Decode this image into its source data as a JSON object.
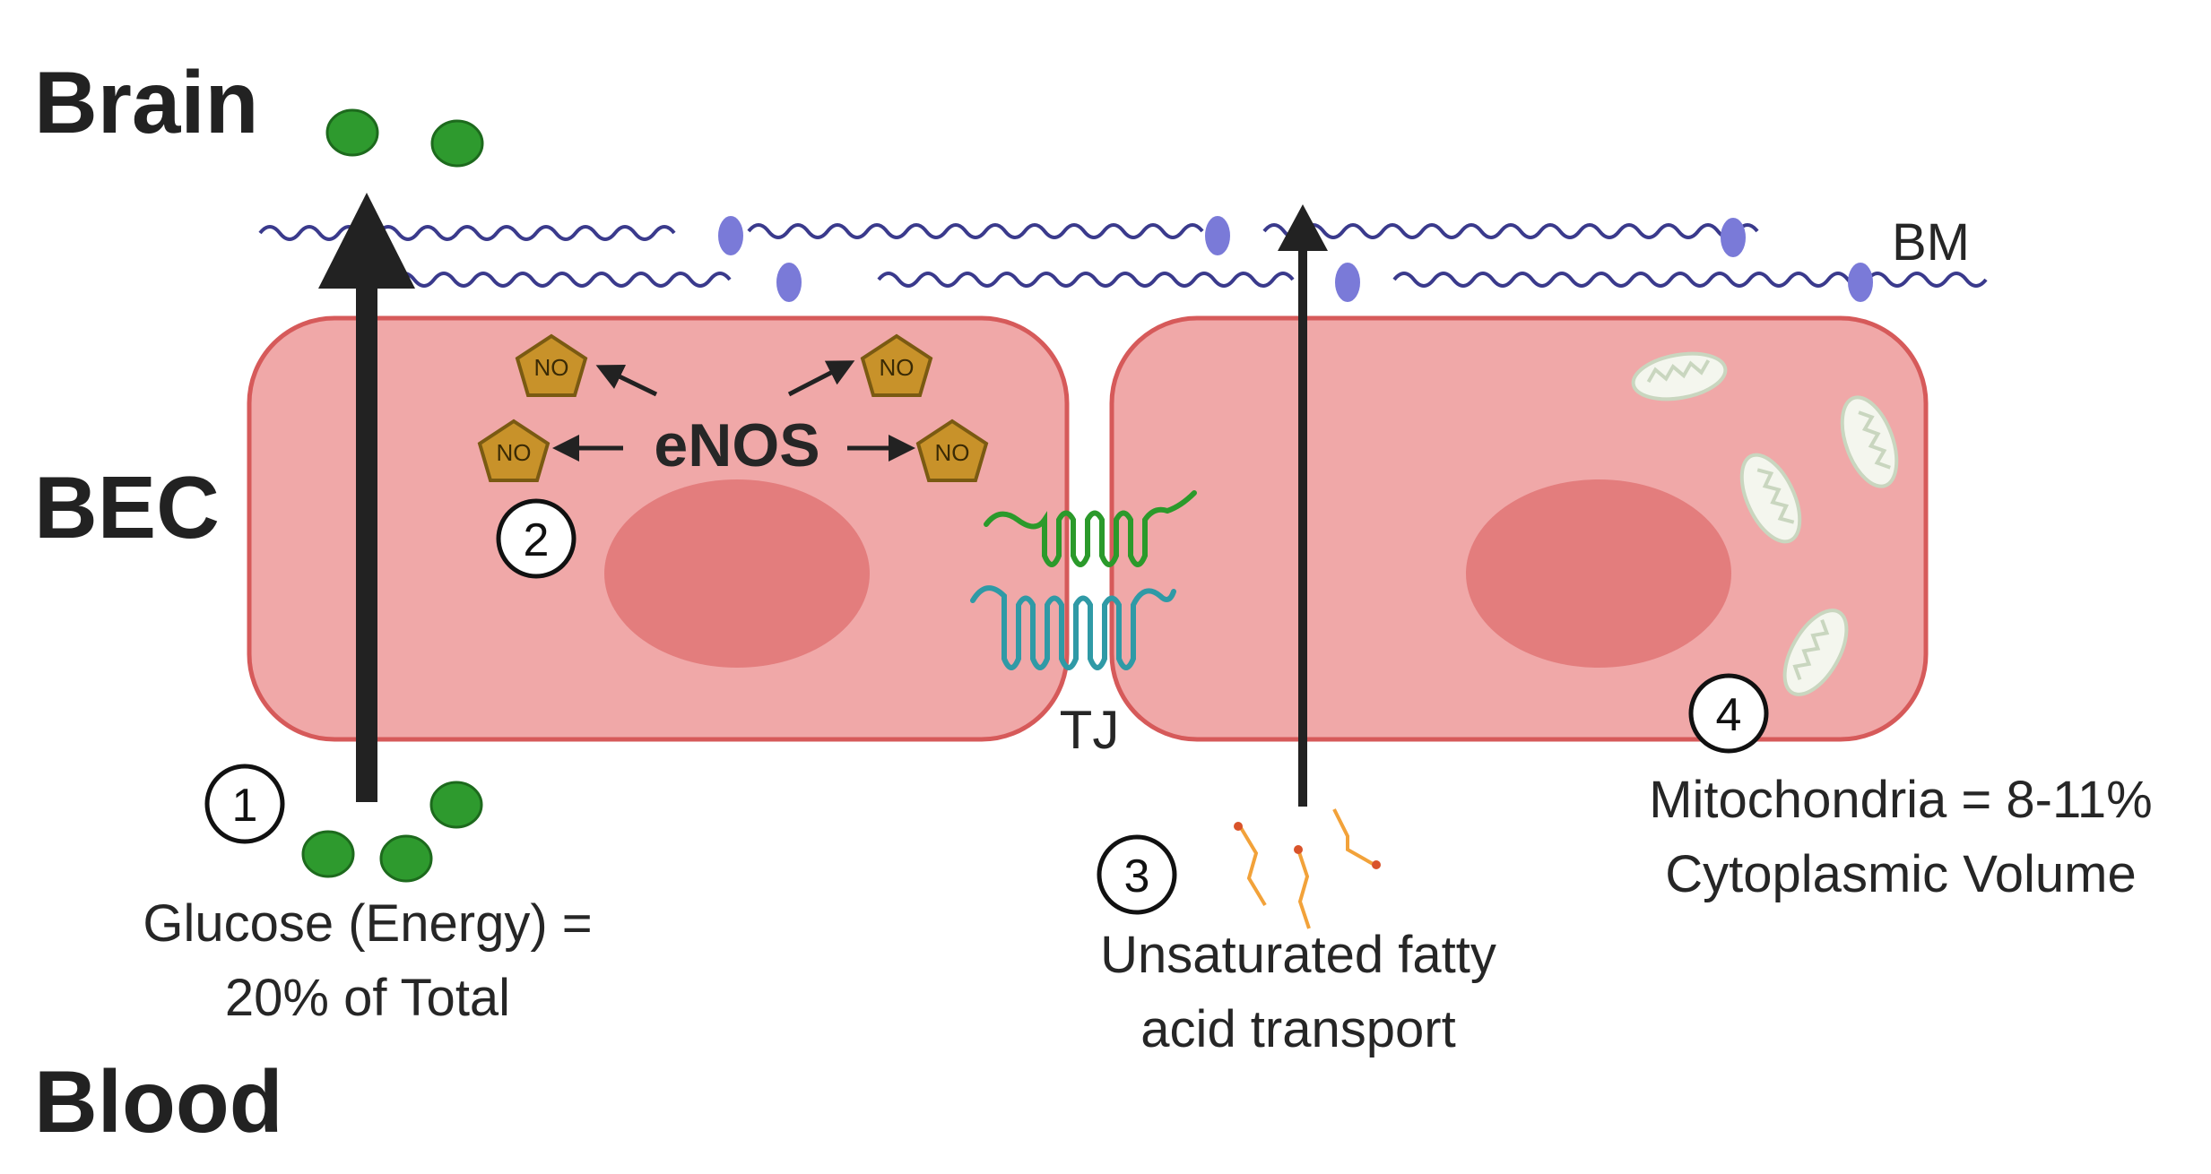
{
  "regions": {
    "brain": "Brain",
    "bec": "BEC",
    "blood": "Blood"
  },
  "labels": {
    "basement_membrane": "BM",
    "tight_junction": "TJ",
    "enzyme": "eNOS",
    "nitric_oxide": "NO"
  },
  "steps": [
    {
      "number": "1",
      "caption_lines": [
        "Glucose (Energy) =",
        "20% of Total"
      ]
    },
    {
      "number": "2",
      "caption_lines": []
    },
    {
      "number": "3",
      "caption_lines": [
        "Unsaturated fatty",
        "acid transport"
      ]
    },
    {
      "number": "4",
      "caption_lines": [
        "Mitochondria = 8-11%",
        "Cytoplasmic Volume"
      ]
    }
  ],
  "colors": {
    "cell_fill": "#f0a8a8",
    "cell_stroke": "#d65a5a",
    "nucleus": "#e37d7d",
    "glucose": "#2e9a2e",
    "membrane_fiber": "#3a3a8c",
    "membrane_bead": "#7a7ad8",
    "no_pentagon": "#c8922a",
    "tj_green": "#2b9a2b",
    "tj_teal": "#2f9aa6",
    "fatty_acid": "#f2a23a",
    "arrow": "#222222"
  }
}
